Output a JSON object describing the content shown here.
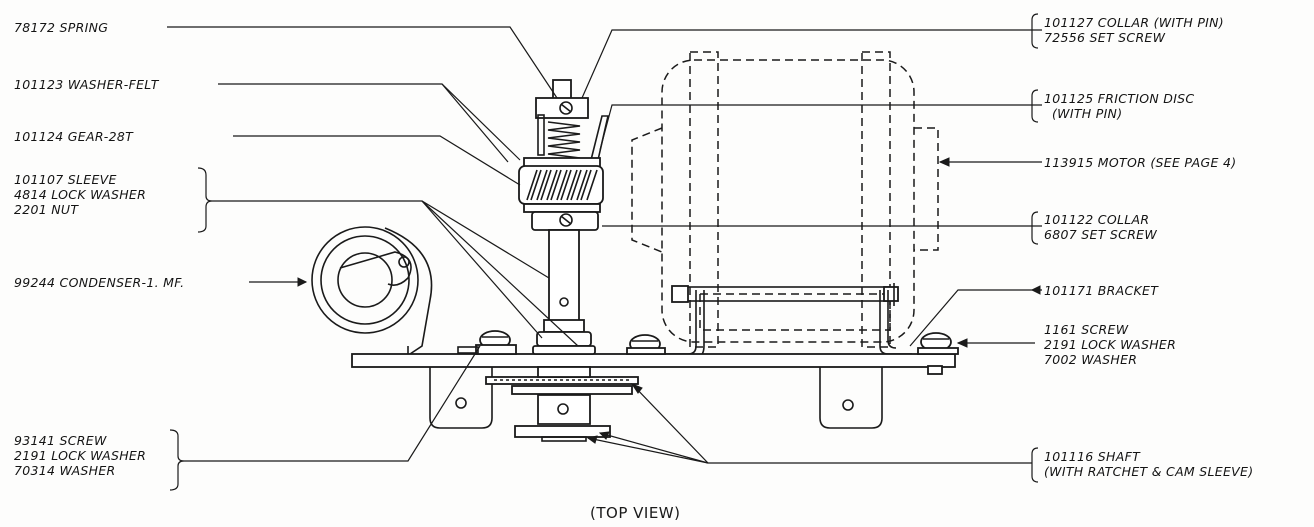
{
  "view_caption": "(TOP VIEW)",
  "callouts": {
    "spring": [
      "78172 SPRING"
    ],
    "washer_felt": [
      "101123 WASHER-FELT"
    ],
    "gear": [
      "101124 GEAR-28T"
    ],
    "sleeve": [
      "101107 SLEEVE",
      "4814 LOCK WASHER",
      "2201 NUT"
    ],
    "condenser": [
      "99244 CONDENSER-1. MF."
    ],
    "screw_left": [
      "93141 SCREW",
      "2191 LOCK WASHER",
      "70314 WASHER"
    ],
    "collar_pin": [
      "101127 COLLAR (WITH PIN)",
      "72556 SET SCREW"
    ],
    "friction_disc": [
      "101125 FRICTION DISC",
      "(WITH PIN)"
    ],
    "motor": [
      "113915 MOTOR (SEE PAGE 4)"
    ],
    "collar": [
      "101122 COLLAR",
      "6807 SET SCREW"
    ],
    "bracket": [
      "101171 BRACKET"
    ],
    "screw_right": [
      "1161 SCREW",
      "2191 LOCK WASHER",
      "7002 WASHER"
    ],
    "shaft": [
      "101116 SHAFT",
      "(WITH RATCHET & CAM SLEEVE)"
    ]
  }
}
